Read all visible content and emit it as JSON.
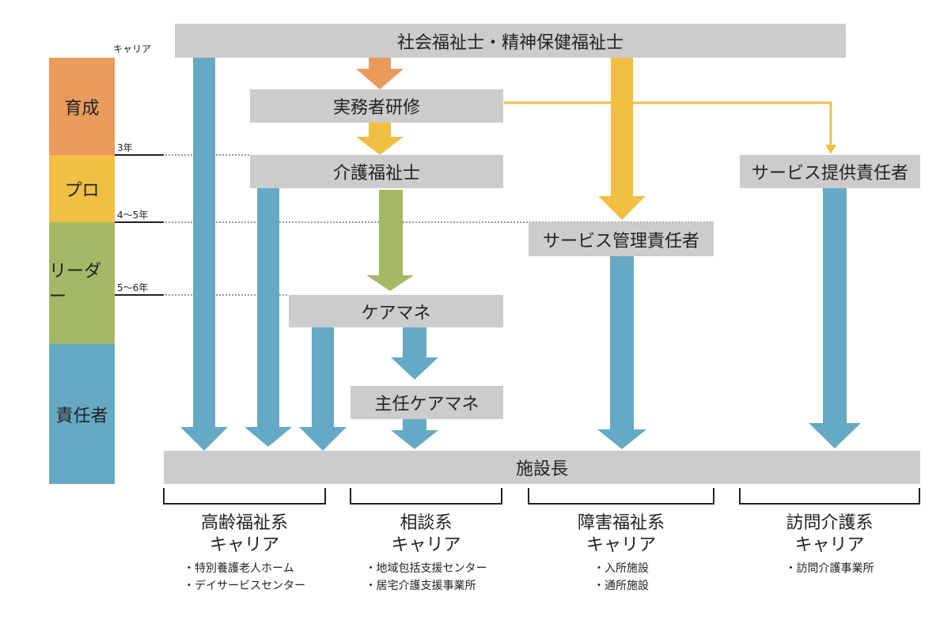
{
  "colors": {
    "orange": "#E89B5B",
    "yellow": "#F2BF45",
    "green": "#A5B866",
    "blue": "#66A9C4",
    "box_gray": "#CCCCCC"
  },
  "career_axis_label": "キャリア",
  "stages": [
    {
      "label": "育成",
      "color": "#E89B5B"
    },
    {
      "label": "プロ",
      "color": "#F2BF45"
    },
    {
      "label": "リーダー",
      "color": "#A5B866"
    },
    {
      "label": "責任者",
      "color": "#66A9C4"
    }
  ],
  "year_marks": [
    "3年",
    "4〜5年",
    "5〜6年"
  ],
  "nodes": {
    "top": "社会福祉士・精神保健福祉士",
    "training": "実務者研修",
    "care_worker": "介護福祉士",
    "service_provider_lead": "サービス提供責任者",
    "service_manager": "サービス管理責任者",
    "care_manager": "ケアマネ",
    "chief_care_manager": "主任ケアマネ",
    "director": "施設長"
  },
  "categories": [
    {
      "name": "高齢福祉系",
      "career": "キャリア",
      "examples": [
        "・特別養護老人ホーム",
        "・デイサービスセンター"
      ]
    },
    {
      "name": "相談系",
      "career": "キャリア",
      "examples": [
        "・地域包括支援センター",
        "・居宅介護支援事業所"
      ]
    },
    {
      "name": "障害福祉系",
      "career": "キャリア",
      "examples": [
        "・入所施設",
        "・通所施設"
      ]
    },
    {
      "name": "訪問介護系",
      "career": "キャリア",
      "examples": [
        "・訪問介護事業所"
      ]
    }
  ]
}
